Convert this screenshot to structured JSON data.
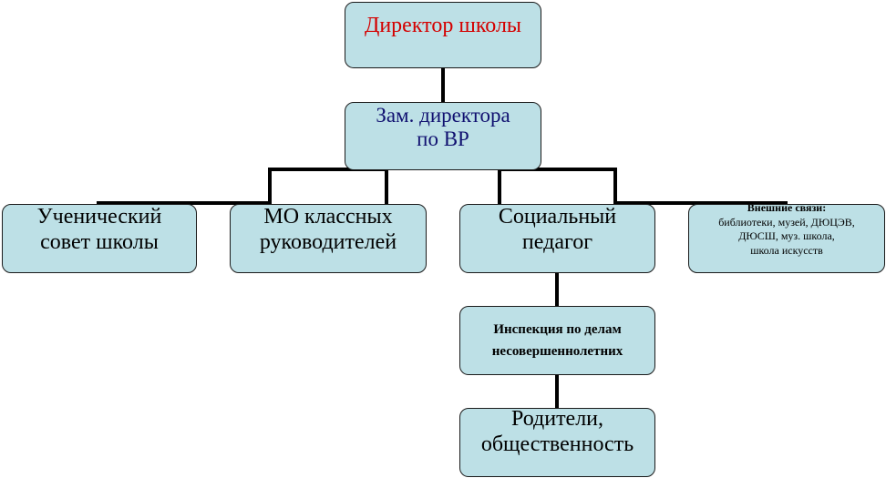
{
  "nodes": {
    "director": {
      "label": "Директор школы"
    },
    "deputy": {
      "line1": "Зам. директора",
      "line2": "по ВР"
    },
    "student_council": {
      "line1": "Ученический",
      "line2": "совет школы"
    },
    "mo_teachers": {
      "line1": "МО классных",
      "line2": "руководителей"
    },
    "social_teacher": {
      "line1": "Социальный",
      "line2": "педагог"
    },
    "external": {
      "heading": "Внешние связи:",
      "line1": "библиотеки, музей, ДЮЦЭВ,",
      "line2": "ДЮСШ,  муз. школа,",
      "line3": "школа искусств"
    },
    "inspection": {
      "line1": "Инспекция по делам",
      "line2": "несовершеннолетних"
    },
    "parents": {
      "line1": "Родители,",
      "line2": "общественность"
    }
  },
  "colors": {
    "box_fill": "#bde0e6",
    "director_text": "#d40000",
    "deputy_text": "#101070",
    "connector": "#000000"
  }
}
